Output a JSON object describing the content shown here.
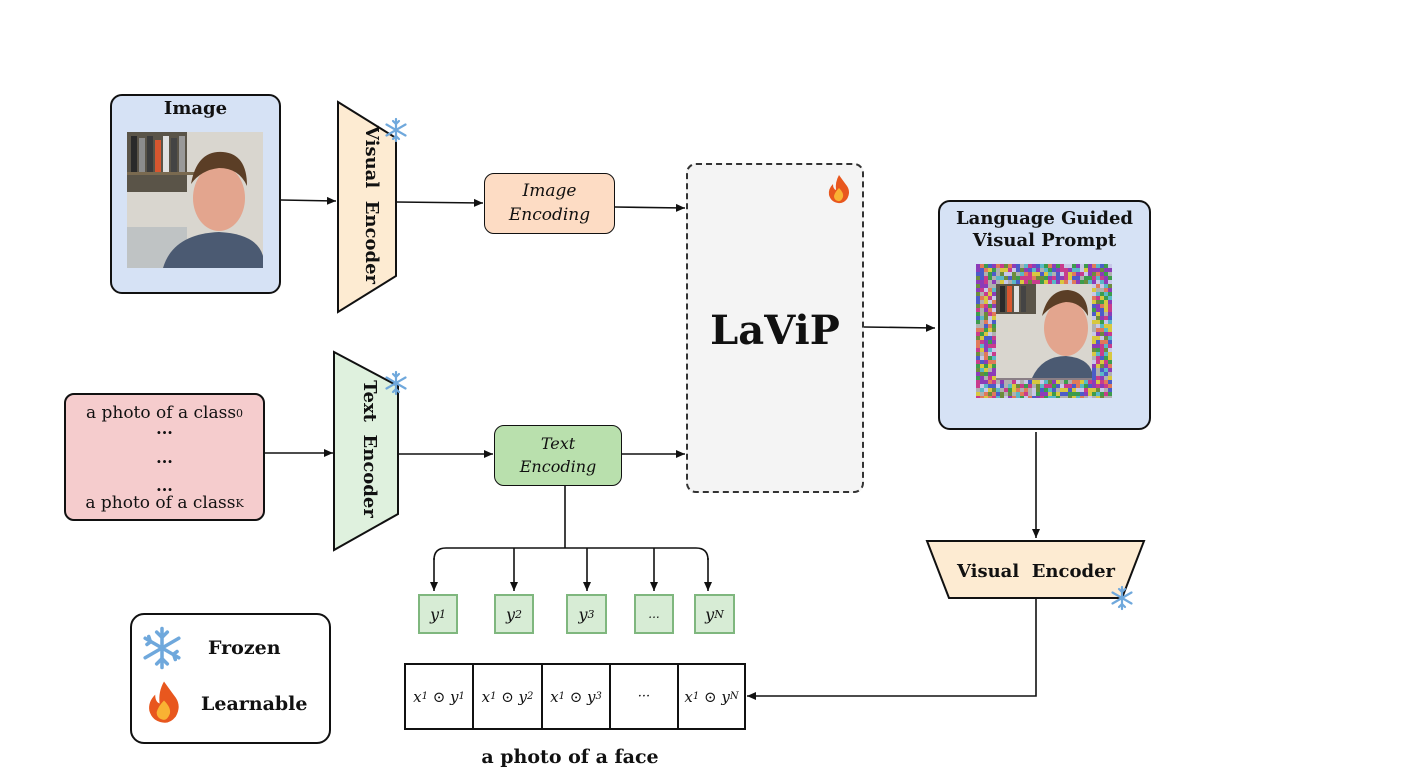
{
  "image_block": {
    "title": "Image"
  },
  "visual_encoder_top": {
    "label": "Visual  Encoder"
  },
  "image_encoding": {
    "line1": "Image",
    "line2": "Encoding"
  },
  "laviP": {
    "label": "LaViP"
  },
  "prompt_block": {
    "line1": "Language Guided",
    "line2": "Visual Prompt"
  },
  "prompts": {
    "line1_text": "a photo of a class",
    "line1_sub": "0",
    "dots": [
      "...",
      "...",
      "..."
    ],
    "line_last_text": "a photo of a class",
    "line_last_sub": "K"
  },
  "text_encoder": {
    "label": "Text  Encoder"
  },
  "text_encoding": {
    "line1": "Text",
    "line2": "Encoding"
  },
  "y_labels": [
    {
      "base": "y",
      "sub": "1"
    },
    {
      "base": "y",
      "sub": "2"
    },
    {
      "base": "y",
      "sub": "3"
    },
    {
      "base": "...",
      "sub": ""
    },
    {
      "base": "y",
      "sub": "N"
    }
  ],
  "visual_encoder_bottom": {
    "label": "Visual  Encoder"
  },
  "products": [
    {
      "text": "x",
      "sub1": "1",
      "op": " ⊙ ",
      "text2": "y",
      "sub2": "1"
    },
    {
      "text": "x",
      "sub1": "1",
      "op": " ⊙ ",
      "text2": "y",
      "sub2": "2"
    },
    {
      "text": "x",
      "sub1": "1",
      "op": " ⊙ ",
      "text2": "y",
      "sub2": "3"
    },
    {
      "text": "···",
      "sub1": "",
      "op": "",
      "text2": "",
      "sub2": ""
    },
    {
      "text": "x",
      "sub1": "1",
      "op": " ⊙ ",
      "text2": "y",
      "sub2": "N"
    }
  ],
  "caption": "a photo of a face",
  "legend": {
    "frozen": "Frozen",
    "learnable": "Learnable"
  },
  "icons": {
    "frozen": "snowflake-icon",
    "learnable": "flame-icon"
  },
  "colors": {
    "image_block_bg": "#d6e2f5",
    "encoder_bg": "#fdebd2",
    "image_encoding_bg": "#fddcc4",
    "text_encoder_bg": "#dff1de",
    "text_encoding_bg": "#b9e0ad",
    "prompt_bg": "#f5cccd",
    "laviP_bg": "#f4f4f4",
    "y_bg": "#d7ecd5",
    "snow": "#6fa8dc",
    "flame": "#e8571e"
  }
}
